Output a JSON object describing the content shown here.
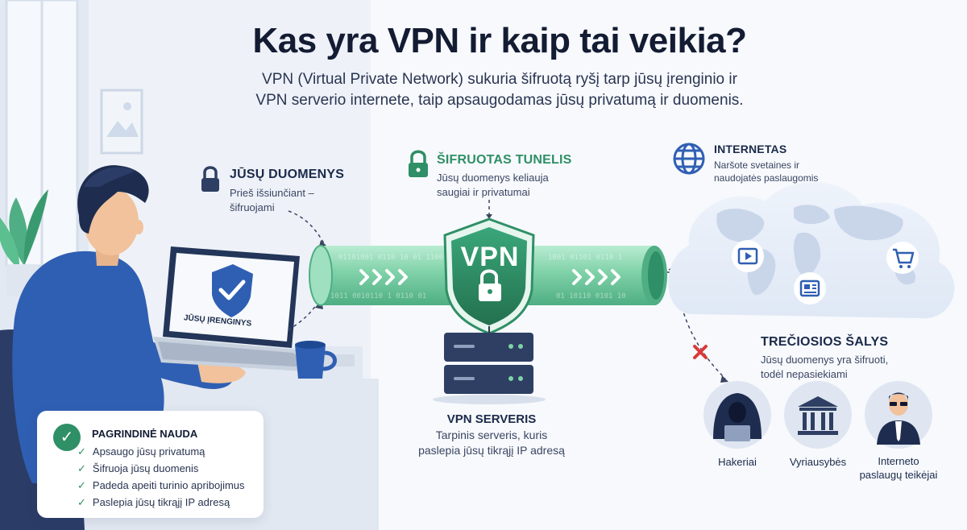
{
  "header": {
    "title": "Kas yra VPN ir kaip tai veikia?",
    "subtitle_line1": "VPN (Virtual Private Network) sukuria šifruotą ryšį tarp jūsų įrenginio ir",
    "subtitle_line2": "VPN serverio internete, taip apsaugodamas jūsų privatumą ir duomenis."
  },
  "your_data": {
    "title": "JŪSŲ DUOMENYS",
    "line1": "Prieš išsiunčiant –",
    "line2": "šifruojami"
  },
  "tunnel": {
    "title": "ŠIFRUOTAS TUNELIS",
    "line1": "Jūsų duomenys keliauja",
    "line2": "saugiai ir privatumai"
  },
  "internet": {
    "title": "INTERNETAS",
    "line1": "Naršote svetaines ir",
    "line2": "naudojatės paslaugomis"
  },
  "device": {
    "label": "JŪSŲ ĮRENGINYS"
  },
  "shield": {
    "label": "VPN"
  },
  "server": {
    "title": "VPN SERVERIS",
    "line1": "Tarpinis serveris, kuris",
    "line2": "paslepia jūsų tikrąjį IP adresą"
  },
  "third_parties": {
    "title": "TREČIOSIOS ŠALYS",
    "line1": "Jūsų duomenys yra šifruoti,",
    "line2": "todėl nepasiekiami",
    "hackers": "Hakeriai",
    "governments": "Vyriausybės",
    "isp_line1": "Interneto",
    "isp_line2": "paslaugų teikėjai"
  },
  "benefits": {
    "title": "PAGRINDINĖ NAUDA",
    "items": [
      "Apsaugo jūsų privatumą",
      "Šifruoja jūsų duomenis",
      "Padeda apeiti turinio apribojimus",
      "Paslepia jūsų tikrąjį IP adresą"
    ]
  },
  "colors": {
    "accent_green": "#2f8f66",
    "tunnel_green": "#7fd1a8",
    "navy": "#1b2a4a",
    "blue": "#2f5fb3",
    "danger_red": "#d93a3a"
  },
  "icons": [
    "lock-icon",
    "globe-icon",
    "shield-icon",
    "server-icon",
    "play-icon",
    "cart-icon",
    "news-icon",
    "check-icon",
    "x-mark-icon",
    "hacker-icon",
    "government-icon",
    "agent-icon"
  ]
}
